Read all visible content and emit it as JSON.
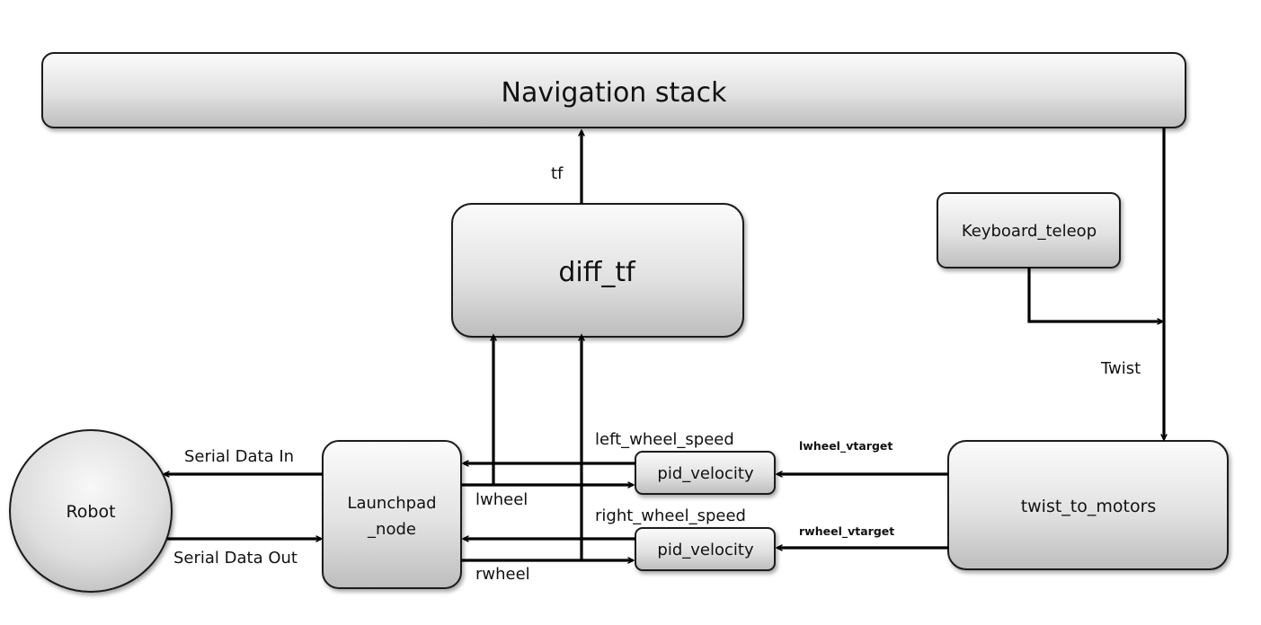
{
  "nodes": {
    "navigation_stack": "Navigation stack",
    "diff_tf": "diff_tf",
    "keyboard_teleop": "Keyboard_teleop",
    "robot": "Robot",
    "launchpad_node_line1": "Launchpad",
    "launchpad_node_line2": "_node",
    "pid_velocity_left": "pid_velocity",
    "pid_velocity_right": "pid_velocity",
    "twist_to_motors": "twist_to_motors"
  },
  "edges": {
    "tf": "tf",
    "twist": "Twist",
    "serial_data_in": "Serial Data In",
    "serial_data_out": "Serial Data Out",
    "lwheel": "lwheel",
    "rwheel": "rwheel",
    "left_wheel_speed": "left_wheel_speed",
    "right_wheel_speed": "right_wheel_speed",
    "lwheel_vtarget": "lwheel_vtarget",
    "rwheel_vtarget": "rwheel_vtarget"
  }
}
